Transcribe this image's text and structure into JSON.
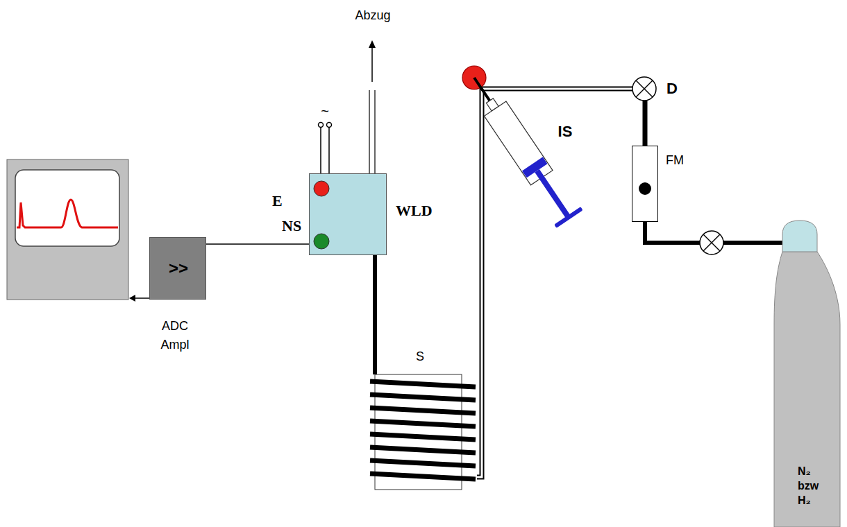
{
  "diagram": {
    "nodes": [
      {
        "text": [
          ">>",
          "ADC Ampl"
        ]
      },
      {
        "text": [
          "WLD",
          "E",
          "NS"
        ]
      },
      {
        "text": [
          "S"
        ]
      },
      {
        "text": [
          "FM"
        ]
      },
      {
        "text": [
          "N₂ bzw H₂"
        ]
      }
    ],
    "edges": [
      {
        "from": 1,
        "to": 0,
        "arrow": "none"
      },
      {
        "from": 2,
        "to": 1,
        "arrow": "none"
      },
      {
        "from": 4,
        "to": 3,
        "arrow": "none"
      },
      {
        "from": 3,
        "to": 2,
        "arrow": "none"
      }
    ],
    "labels": [
      "Abzug",
      "~",
      "IS",
      "D"
    ]
  }
}
